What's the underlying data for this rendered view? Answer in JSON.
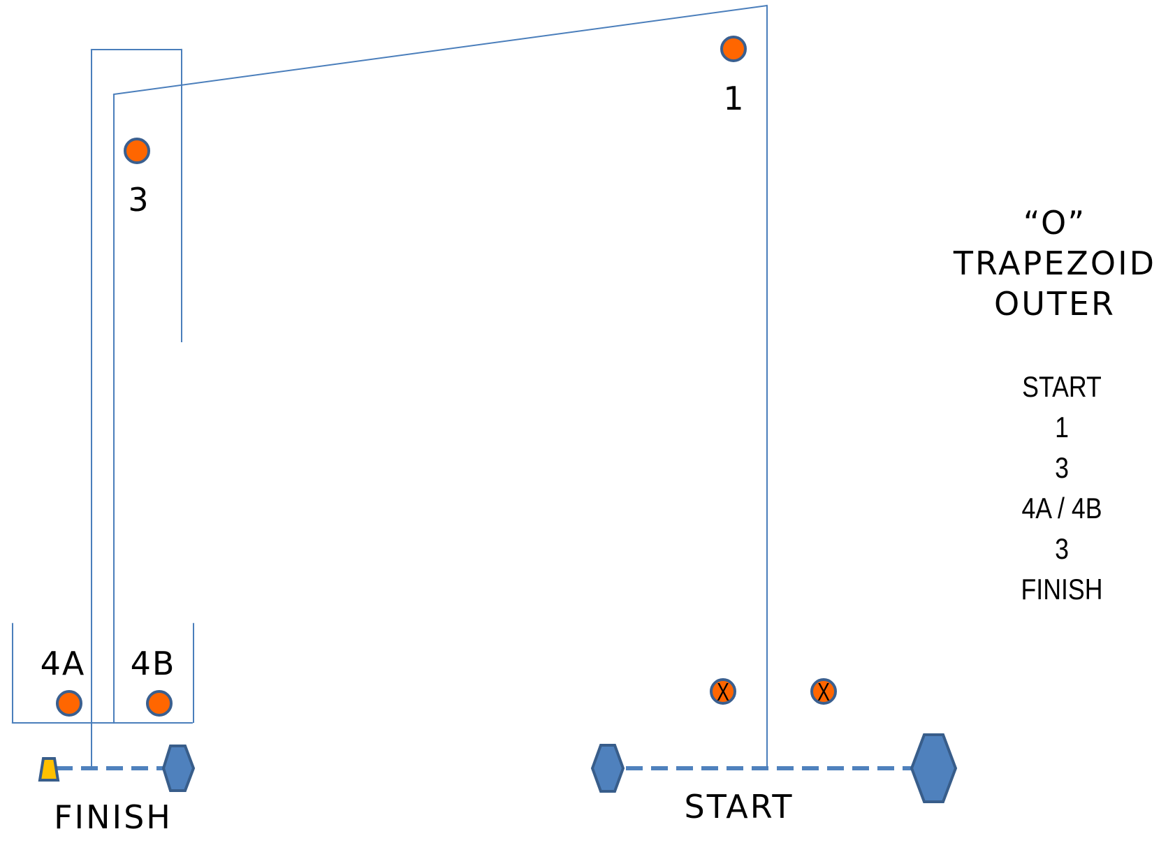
{
  "title": {
    "line1": "“O”",
    "line2": "TRAPEZOID",
    "line3": "OUTER"
  },
  "sequence": [
    "START",
    "1",
    "3",
    "4A / 4B",
    "3",
    "FINISH"
  ],
  "markers": {
    "marker_1": "1",
    "marker_3": "3",
    "marker_4a": "4A",
    "marker_4b": "4B",
    "cross_mark": "X"
  },
  "lines": {
    "start": "START",
    "finish": "FINISH"
  },
  "colors": {
    "path": "#4a7ebb",
    "marker_fill": "#ff6600",
    "marker_stroke": "#3a5f8f",
    "hexagon_fill": "#4f81bd",
    "hexagon_stroke": "#385d8a",
    "trapezoid_fill": "#ffc000"
  },
  "icons": {
    "marker": "orange-circle",
    "boundary_marker": "blue-hexagon",
    "finish_marker": "yellow-trapezoid",
    "excluded_marker": "crossed-circle"
  }
}
